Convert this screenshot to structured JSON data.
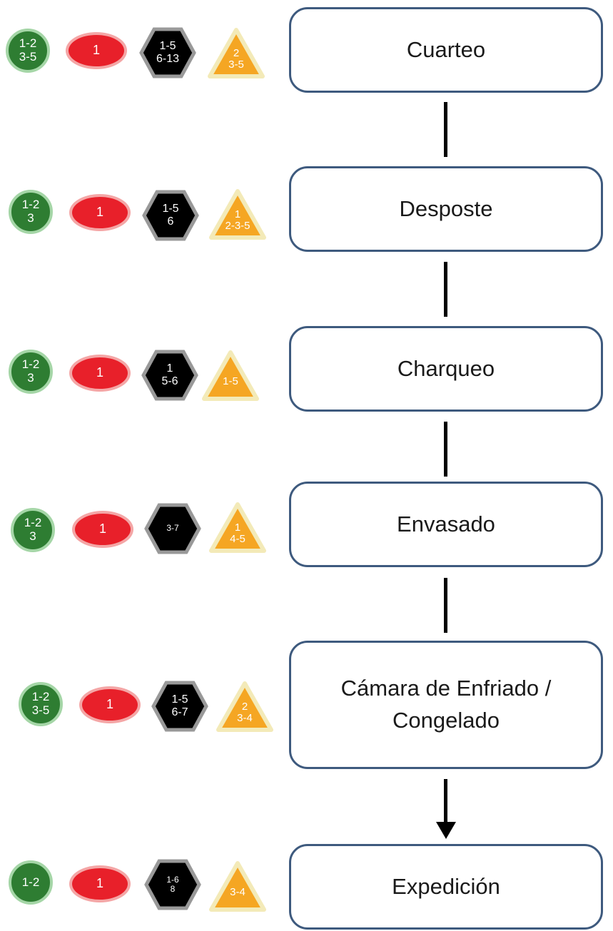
{
  "steps": [
    {
      "label": "Cuarteo",
      "green": [
        "1-2",
        "3-5"
      ],
      "red": [
        "1"
      ],
      "black": [
        "1-5",
        "6-13"
      ],
      "orange": [
        "2",
        "3-5"
      ]
    },
    {
      "label": "Desposte",
      "green": [
        "1-2",
        "3"
      ],
      "red": [
        "1"
      ],
      "black": [
        "1-5",
        "6"
      ],
      "orange": [
        "1",
        "2-3-5"
      ]
    },
    {
      "label": "Charqueo",
      "green": [
        "1-2",
        "3"
      ],
      "red": [
        "1"
      ],
      "black": [
        "1",
        "5-6"
      ],
      "orange": [
        "1-5"
      ]
    },
    {
      "label": "Envasado",
      "green": [
        "1-2",
        "3"
      ],
      "red": [
        "1"
      ],
      "black": [
        "3-7"
      ],
      "orange": [
        "1",
        "4-5"
      ]
    },
    {
      "label": "Cámara de Enfriado /\nCongelado",
      "green": [
        "1-2",
        "3-5"
      ],
      "red": [
        "1"
      ],
      "black": [
        "1-5",
        "6-7"
      ],
      "orange": [
        "2",
        "3-4"
      ]
    },
    {
      "label": "Expedición",
      "green": [
        "1-2"
      ],
      "red": [
        "1"
      ],
      "black": [
        "1-6",
        "8"
      ],
      "orange": [
        "3-4"
      ]
    }
  ],
  "colors": {
    "green": "#2e7d32",
    "red": "#e8202a",
    "black": "#000000",
    "orange": "#f5a623",
    "box_border": "#3e5a7e"
  }
}
